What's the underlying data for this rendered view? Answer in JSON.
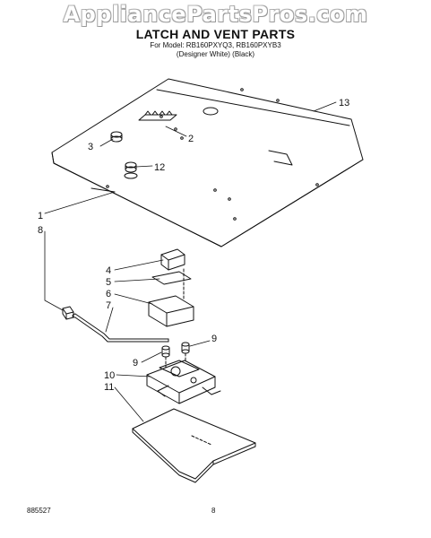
{
  "watermark": "AppliancePartsPros.com",
  "title": "LATCH AND VENT PARTS",
  "subtitle": {
    "models": "For Model: RB160PXYQ3, RB160PXYB3",
    "colors": "(Designer White)    (Black)"
  },
  "callouts": {
    "c13": "13",
    "c2": "2",
    "c3": "3",
    "c12": "12",
    "c1": "1",
    "c8": "8",
    "c4": "4",
    "c5": "5",
    "c6": "6",
    "c7": "7",
    "c9a": "9",
    "c9b": "9",
    "c10": "10",
    "c11": "11"
  },
  "footer": {
    "code": "885527",
    "page": "8"
  }
}
